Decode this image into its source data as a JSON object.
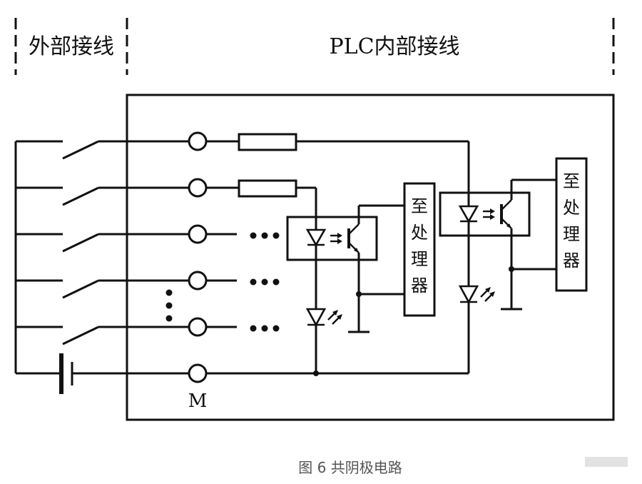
{
  "header": {
    "external_label": "外部接线",
    "internal_label": "PLC内部接线"
  },
  "terminals": {
    "common_label": "M"
  },
  "processors": {
    "left_label": [
      "至",
      "处",
      "理",
      "器"
    ],
    "right_label": [
      "至",
      "处",
      "理",
      "器"
    ]
  },
  "caption": "图 6 共阴极电路"
}
